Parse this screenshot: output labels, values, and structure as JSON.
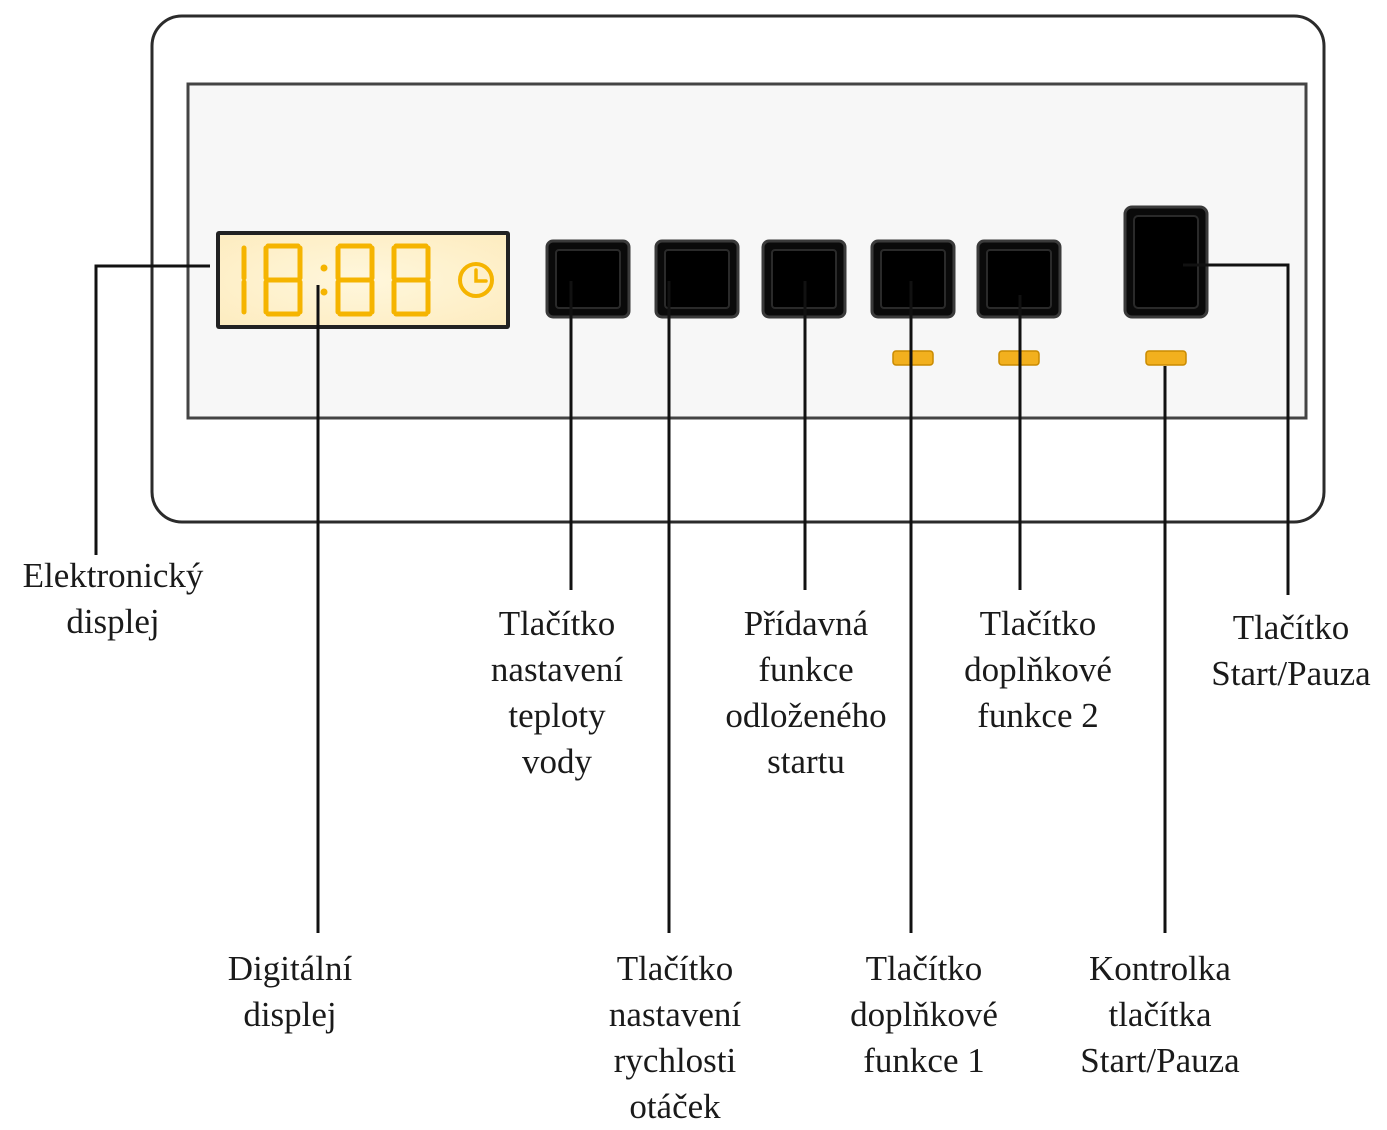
{
  "display": {
    "digits": "18:88",
    "segment_color": "#f5b400"
  },
  "labels": {
    "electronic_display": [
      "Elektronický",
      "displej"
    ],
    "digital_display": [
      "Digitální",
      "displej"
    ],
    "temp_button": [
      "Tlačítko",
      "nastavení",
      "teploty",
      "vody"
    ],
    "spin_button": [
      "Tlačítko",
      "nastavení",
      "rychlosti",
      "otáček"
    ],
    "delay_button": [
      "Přídavná",
      "funkce",
      "odloženého",
      "startu"
    ],
    "option1_button": [
      "Tlačítko",
      "doplňkové",
      "funkce 1"
    ],
    "option2_button": [
      "Tlačítko",
      "doplňkové",
      "funkce 2"
    ],
    "start_led": [
      "Kontrolka",
      "tlačítka",
      "Start/Pauza"
    ],
    "start_button": [
      "Tlačítko",
      "Start/Pauza"
    ]
  },
  "colors": {
    "button": "#0a0a0a",
    "led": "#f2b01e",
    "frame": "#2b2b2b",
    "panel": "#f7f7f7"
  }
}
